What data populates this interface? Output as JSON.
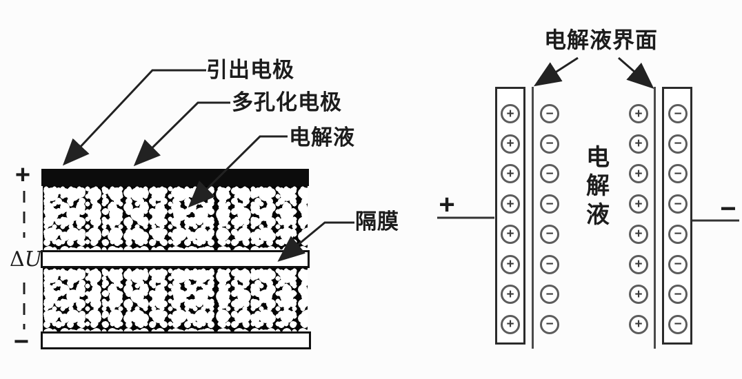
{
  "left_diagram": {
    "labels": {
      "lead_electrode": "引出电极",
      "porous_electrode": "多孔化电极",
      "electrolyte": "电解液",
      "separator": "隔膜"
    },
    "terminals": {
      "positive": "+",
      "negative": "−"
    },
    "voltage_label": {
      "delta": "Δ",
      "u": "U"
    }
  },
  "right_diagram": {
    "title": "电解液界面",
    "electrolyte_vertical": [
      "电",
      "解",
      "液"
    ],
    "terminals": {
      "positive": "+",
      "negative": "−"
    },
    "ion_columns": [
      {
        "name": "positive-electrode-charge",
        "symbol": "+",
        "count": 8
      },
      {
        "name": "anion-layer",
        "symbol": "−",
        "count": 8
      },
      {
        "name": "cation-layer",
        "symbol": "+",
        "count": 8
      },
      {
        "name": "negative-electrode-charge",
        "symbol": "−",
        "count": 8
      }
    ]
  },
  "colors": {
    "ink": "#1c1c1c",
    "symbol_gray": "#5c5c5c",
    "background": "#fcfcfc"
  }
}
